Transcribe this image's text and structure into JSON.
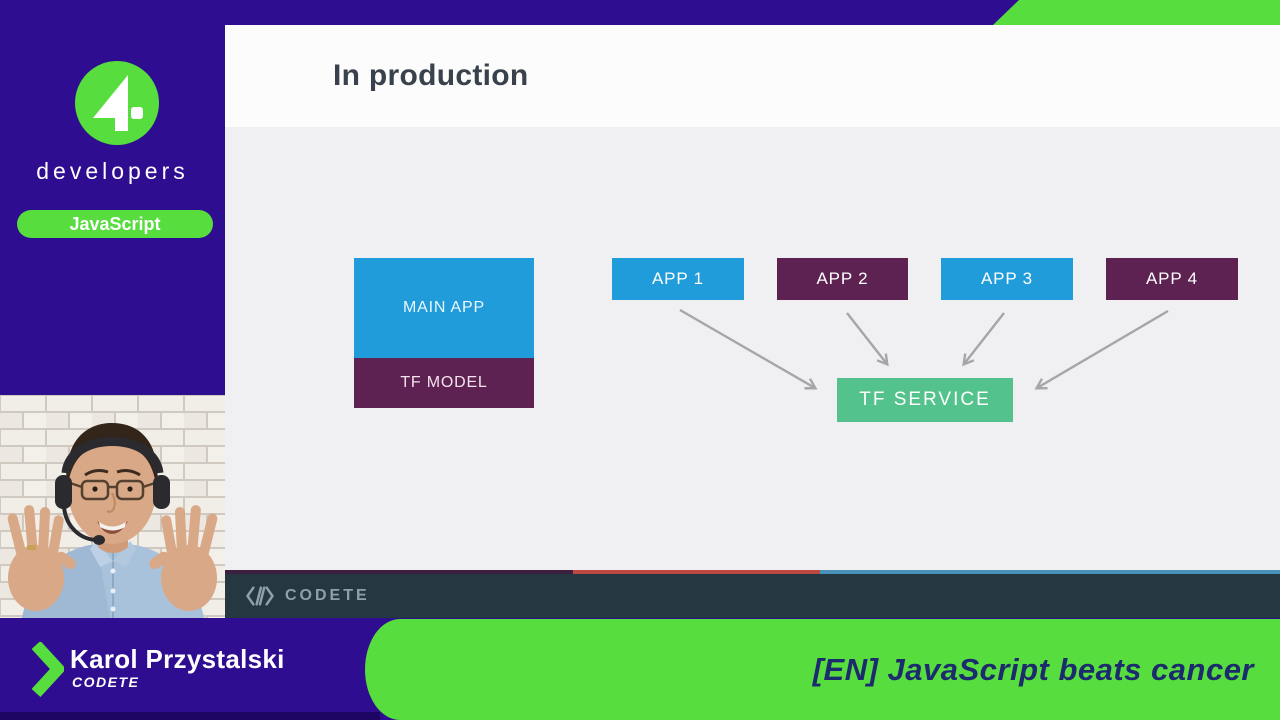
{
  "branding": {
    "logo_numeral": "4",
    "logo_word": "developers",
    "track_badge": "JavaScript"
  },
  "slide": {
    "title": "In production",
    "boxes": {
      "main_app": "MAIN APP",
      "tf_model": "TF MODEL",
      "apps": [
        "APP 1",
        "APP 2",
        "APP 3",
        "APP 4"
      ],
      "tf_service": "TF SERVICE"
    },
    "footer_brand": "CODETE"
  },
  "speaker": {
    "name": "Karol Przystalski",
    "company": "CODETE"
  },
  "talk_title": "[EN] JavaScript beats cancer",
  "colors": {
    "purple": "#2e0d90",
    "green": "#57dd3d",
    "blue": "#1f9cd9",
    "maroon": "#5d2251",
    "service": "#54c28c",
    "arrow_gray": "#a6a6a6",
    "slide_bg": "#f0eff1",
    "header_bg": "#fcfcfc",
    "title": "#39424c",
    "footer": "#253741",
    "footer_fg": "#90a0a8",
    "line_dark": "#3a1f3f",
    "line_red": "#bc4a42",
    "line_blue": "#4b92bb",
    "navy": "#1c2a6e",
    "strip": "#1d0563"
  }
}
